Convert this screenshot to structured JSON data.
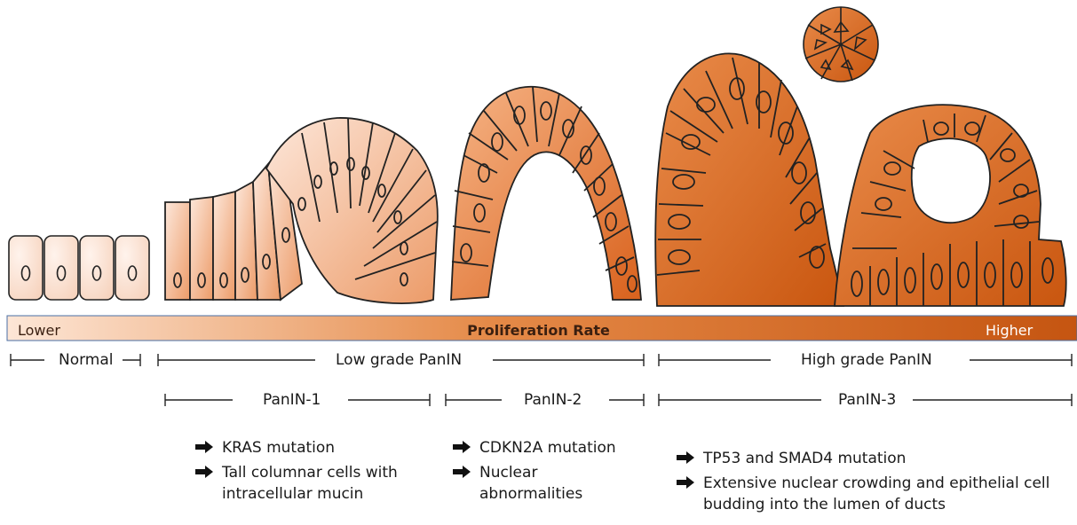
{
  "gradient_bar": {
    "left_label": "Lower",
    "center_label": "Proliferation Rate",
    "right_label": "Higher",
    "colors": {
      "start": "#fde6d6",
      "mid": "#e07f3d",
      "end": "#c55511"
    }
  },
  "stages": {
    "normal": "Normal",
    "low_grade": "Low grade PanIN",
    "high_grade": "High grade PanIN",
    "panin1": "PanIN-1",
    "panin2": "PanIN-2",
    "panin3": "PanIN-3"
  },
  "bullets": {
    "panin1": [
      {
        "icon": "arrow-right-icon",
        "text": "KRAS mutation"
      },
      {
        "icon": "arrow-right-icon",
        "text": "Tall columnar cells with intracellular mucin"
      }
    ],
    "panin2": [
      {
        "icon": "arrow-right-icon",
        "text": "CDKN2A mutation"
      },
      {
        "icon": "arrow-right-icon",
        "text": "Nuclear abnormalities"
      }
    ],
    "panin3": [
      {
        "icon": "arrow-right-icon",
        "text": "TP53 and SMAD4 mutation"
      },
      {
        "icon": "arrow-right-icon",
        "text": "Extensive nuclear crowding and epithelial cell budding into the lumen of ducts"
      }
    ]
  },
  "cell_colors": {
    "normal": "#fbe6da",
    "panin1": "#f2b28c",
    "panin2": "#e98647",
    "panin3": "#d9671e"
  }
}
